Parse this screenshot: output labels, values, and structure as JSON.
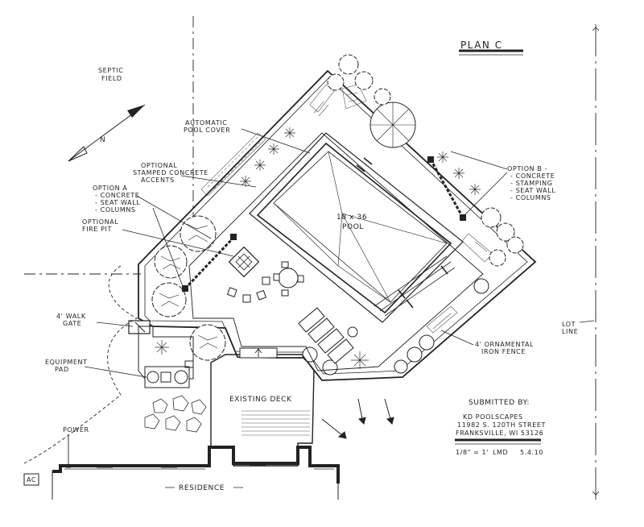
{
  "title": "PLAN C",
  "labels": {
    "septic": [
      "SEPTIC",
      "FIELD"
    ],
    "north": "N",
    "pool_cover": [
      "AUTOMATIC",
      "POOL COVER"
    ],
    "stamped": [
      "OPTIONAL",
      "STAMPED CONCRETE",
      "ACCENTS"
    ],
    "option_a": [
      "OPTION A",
      "- CONCRETE",
      "- SEAT WALL",
      "- COLUMNS"
    ],
    "fire_pit": [
      "OPTIONAL",
      "FIRE PIT"
    ],
    "pool": [
      "18 x 36",
      "POOL"
    ],
    "option_b": [
      "OPTION B -",
      "- CONCRETE",
      "- STAMPING",
      "- SEAT WALL",
      "- COLUMNS"
    ],
    "walk_gate": [
      "4' WALK",
      "GATE"
    ],
    "equipment": [
      "EQUIPMENT",
      "PAD"
    ],
    "iron_fence": [
      "4' ORNAMENTAL",
      "IRON FENCE"
    ],
    "lot_line": [
      "LOT",
      "LINE"
    ],
    "existing_deck": "EXISTING DECK",
    "power": "POWER",
    "residence": "RESIDENCE",
    "ac": "AC"
  },
  "submitted": {
    "heading": "SUBMITTED BY:",
    "lines": [
      "KD POOLSCAPES",
      "11982 S. 120TH STREET",
      "FRANKSVILLE, WI 53126"
    ],
    "scale": "1/8\" = 1'",
    "initials": "LMD",
    "date": "5.4.10"
  }
}
